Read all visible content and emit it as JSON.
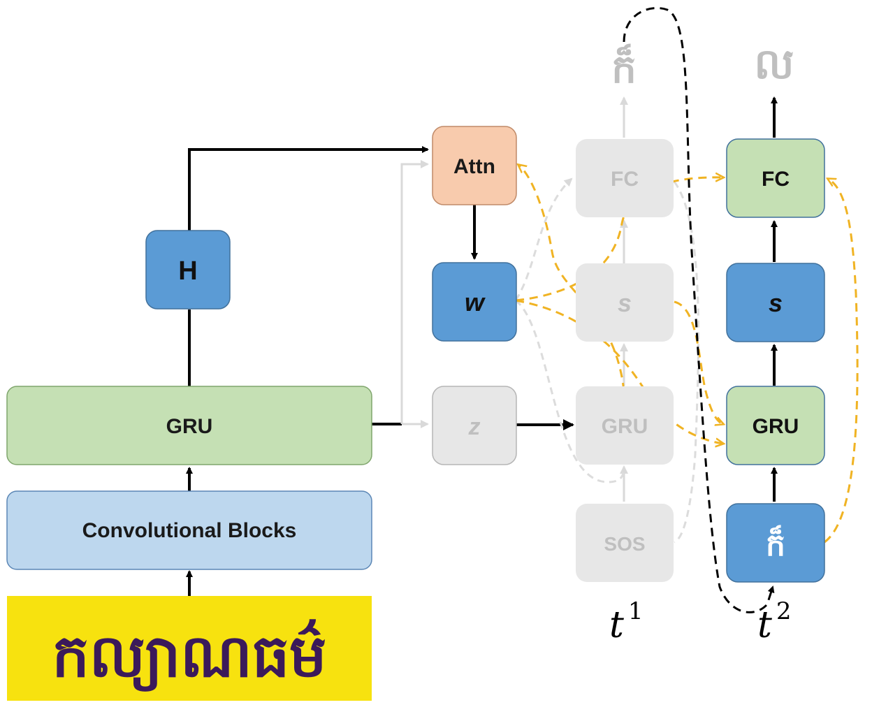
{
  "colors": {
    "blue": "#5b9bd5",
    "light_blue": "#bdd7ee",
    "green": "#c5e0b4",
    "peach": "#f8cbad",
    "gray_box": "#e7e7e7",
    "yellow_banner": "#f7e20f",
    "gold_arrow": "#f0b323",
    "ghost_text": "#bfbfbf",
    "black": "#000000"
  },
  "encoder": {
    "input_text": "កល្យាណធម៌",
    "conv_blocks": "Convolutional Blocks",
    "gru": "GRU",
    "hidden": "H"
  },
  "attention": {
    "attn": "Attn",
    "w": "w",
    "z": "z"
  },
  "decoder_t1": {
    "output_char": "ក៏",
    "fc": "FC",
    "s": "s",
    "gru": "GRU",
    "sos": "SOS",
    "time_base": "t",
    "time_sup": "1"
  },
  "decoder_t2": {
    "output_char": "ល",
    "fc": "FC",
    "s": "s",
    "gru": "GRU",
    "input_char": "ក៏",
    "time_base": "t",
    "time_sup": "2"
  }
}
